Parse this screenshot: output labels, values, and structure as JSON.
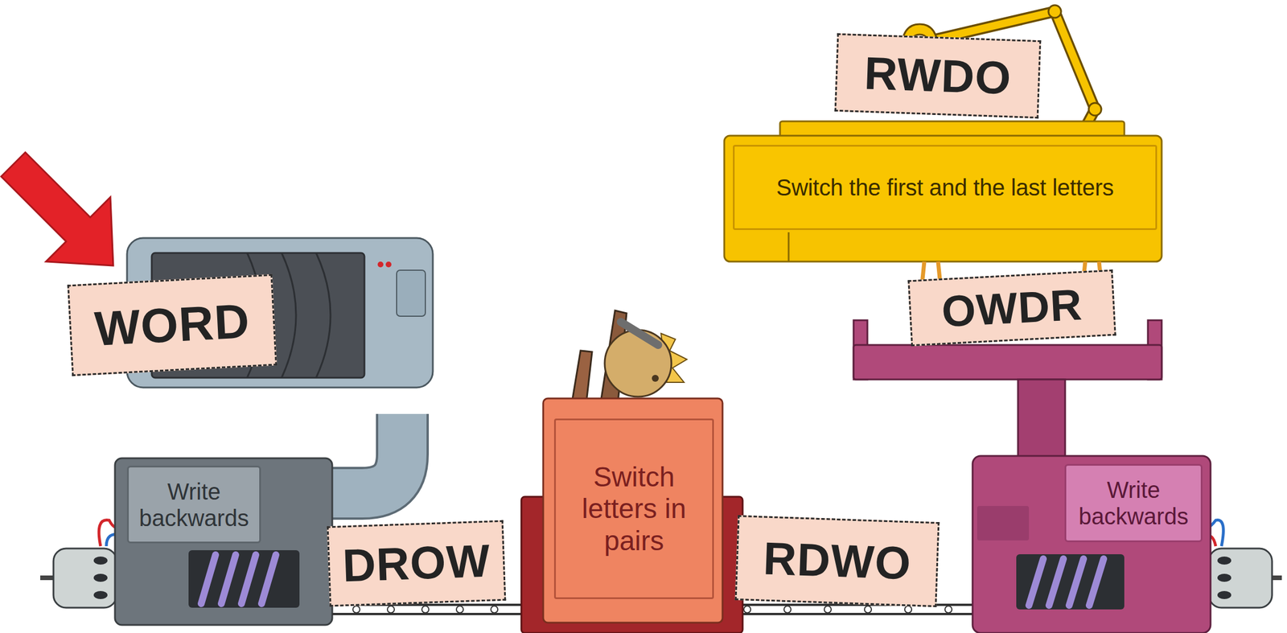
{
  "diagram": {
    "nodes": [
      {
        "text": [
          "WORD"
        ]
      },
      {
        "text": [
          "Write backwards"
        ]
      },
      {
        "text": [
          "DROW"
        ]
      },
      {
        "text": [
          "Switch letters in pairs"
        ]
      },
      {
        "text": [
          "RDWO"
        ]
      },
      {
        "text": [
          "Write backwards"
        ]
      },
      {
        "text": [
          "OWDR"
        ]
      },
      {
        "text": [
          "Switch the first and the last letters"
        ]
      },
      {
        "text": [
          "RWDO"
        ]
      }
    ]
  }
}
